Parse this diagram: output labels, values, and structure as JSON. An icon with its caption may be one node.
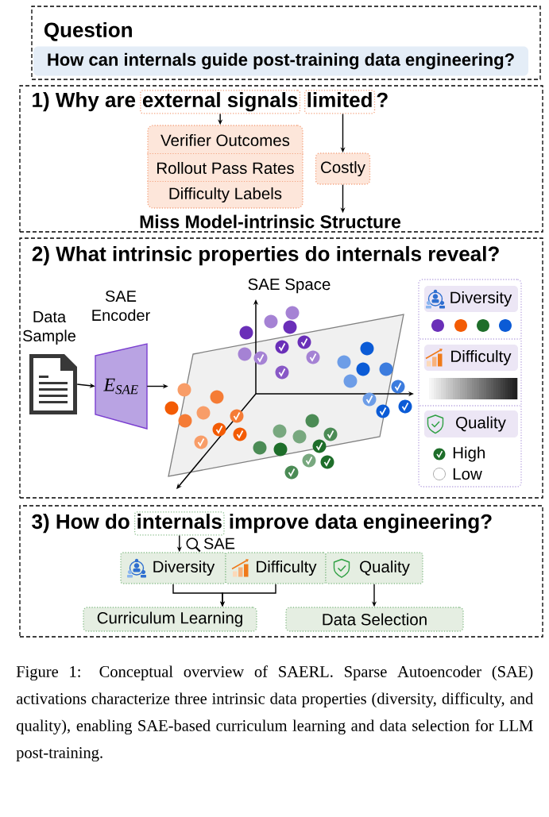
{
  "diagram": {
    "caption": "Figure 1: Conceptual overview of SAERL. Sparse Autoencoder (SAE) activations characterize three intrinsic data properties (diversity, difficulty, and quality), enabling SAE-based curriculum learning and data selection for LLM post-training.",
    "nodes": [
      {
        "text": [
          "Question"
        ]
      },
      {
        "text": [
          "How can internals guide post-training data engineering?"
        ],
        "in": 0
      },
      {
        "text": [],
        "shape": "box"
      },
      {
        "text": [
          "external signals"
        ],
        "in": 2
      },
      {
        "text": [
          "limited"
        ],
        "in": 2
      },
      {
        "text": [],
        "shape": "box",
        "in": 2
      },
      {
        "text": [
          "Verifier Outcomes"
        ],
        "in": 5
      },
      {
        "text": [
          "Rollout Pass Rates"
        ],
        "in": 5
      },
      {
        "text": [
          "Difficulty Labels"
        ],
        "in": 5
      },
      {
        "text": [
          "Costly"
        ],
        "in": 2
      },
      {
        "text": [
          "Miss Model-intrinsic Structure"
        ],
        "in": 2
      },
      {
        "text": [
          "2) What intrinsic properties do internals reveal?"
        ]
      },
      {
        "text": [],
        "shape": "document",
        "beside": [
          "Data Sample"
        ],
        "in": 11
      },
      {
        "text": [
          "E$_{SAE}$"
        ],
        "beside": [
          "SAE Encoder"
        ],
        "in": 11
      },
      {
        "text": [],
        "shape": "parallelogram",
        "in": 11
      },
      {
        "text": [],
        "shape": "box",
        "in": 11
      },
      {
        "text": [
          "Diversity"
        ],
        "in": 15
      },
      {
        "text": [
          "Difficulty"
        ],
        "in": 15
      },
      {
        "text": [
          "Quality"
        ],
        "in": 15
      },
      {
        "text": [],
        "shape": "box"
      },
      {
        "text": [
          "internals"
        ],
        "in": 19
      },
      {
        "text": [
          "Diversity"
        ],
        "in": 19
      },
      {
        "text": [
          "Difficulty"
        ],
        "in": 19
      },
      {
        "text": [
          "Quality"
        ],
        "in": 19
      },
      {
        "text": [
          "Curriculum Learning"
        ],
        "in": 19
      },
      {
        "text": [
          "Data Selection"
        ],
        "in": 19
      }
    ],
    "edges": [
      {
        "from": 3,
        "to": 5,
        "arrow": "to"
      },
      {
        "from": 4,
        "to": 9,
        "arrow": "to"
      },
      {
        "from": 9,
        "to": 10,
        "arrow": "to"
      },
      {
        "from": 12,
        "to": 13,
        "arrow": "to"
      },
      {
        "from": 13,
        "to": 14,
        "arrow": "to"
      },
      {
        "from": 20,
        "to": 21,
        "arrow": "to",
        "label": "SAE"
      },
      {
        "from": 21,
        "to": 24,
        "arrow": "to"
      },
      {
        "from": 22,
        "to": 24,
        "arrow": "to"
      },
      {
        "from": 23,
        "to": 25,
        "arrow": "to"
      }
    ],
    "labels": [
      "1) Why are",
      "?",
      "SAE Space",
      "3) How do",
      "improve data engineering?"
    ],
    "legend": [
      {
        "text": "High"
      },
      {
        "text": "Low"
      }
    ]
  }
}
